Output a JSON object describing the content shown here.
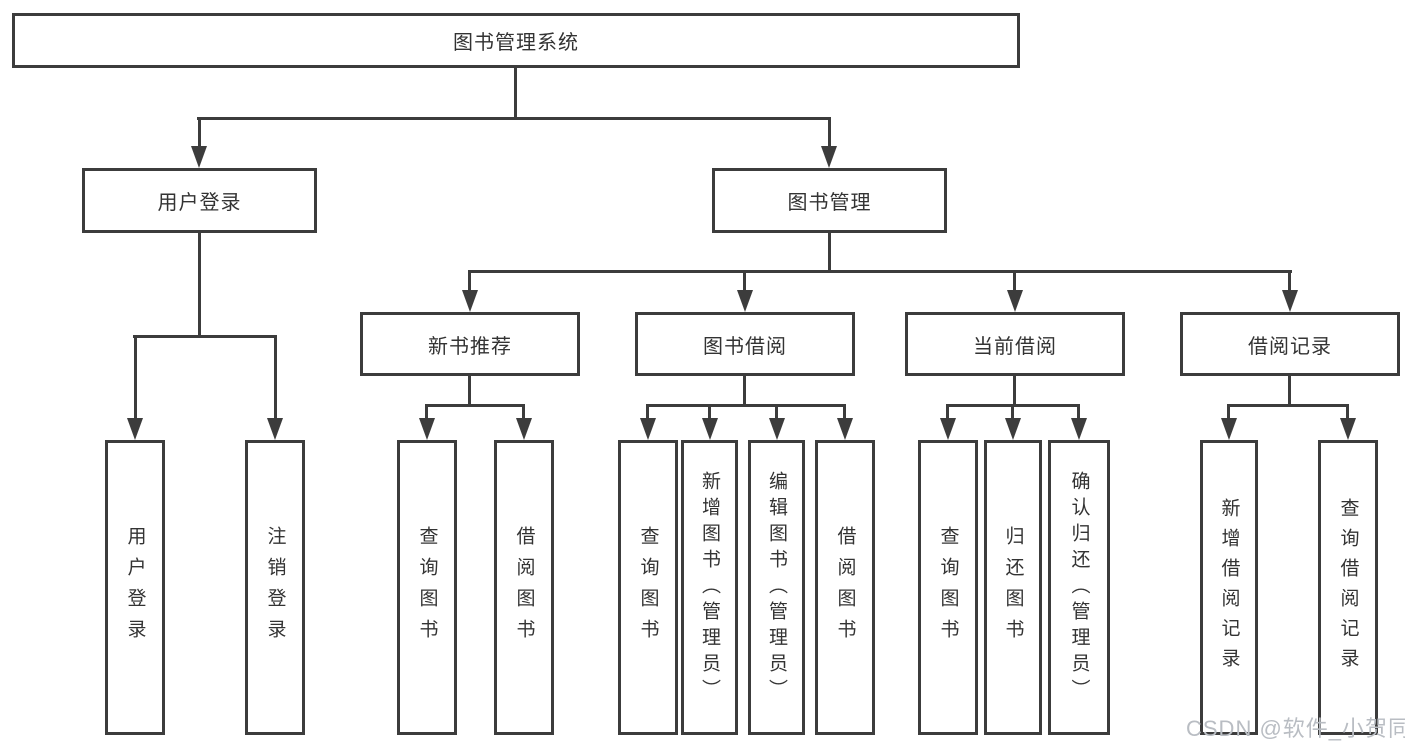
{
  "diagram": {
    "title": "图书管理系统",
    "level2": {
      "user_login": "用户登录",
      "book_mgmt": "图书管理"
    },
    "level3": {
      "new_books": "新书推荐",
      "book_borrow": "图书借阅",
      "current_borrow": "当前借阅",
      "borrow_records": "借阅记录"
    },
    "leaves": {
      "user_login": "用户登录",
      "logout": "注销登录",
      "nb_query": "查询图书",
      "nb_borrow": "借阅图书",
      "bb_query": "查询图书",
      "bb_add": "新增图书（管理员）",
      "bb_edit": "编辑图书（管理员）",
      "bb_borrow": "借阅图书",
      "cb_query": "查询图书",
      "cb_return": "归还图书",
      "cb_confirm": "确认归还（管理员）",
      "br_add": "新增借阅记录",
      "br_query": "查询借阅记录"
    }
  },
  "watermark": "CSDN @软件_小贺同学",
  "colors": {
    "line": "#3c3c3c",
    "text": "#333333",
    "watermark": "#b9bdc3",
    "background": "#ffffff"
  }
}
